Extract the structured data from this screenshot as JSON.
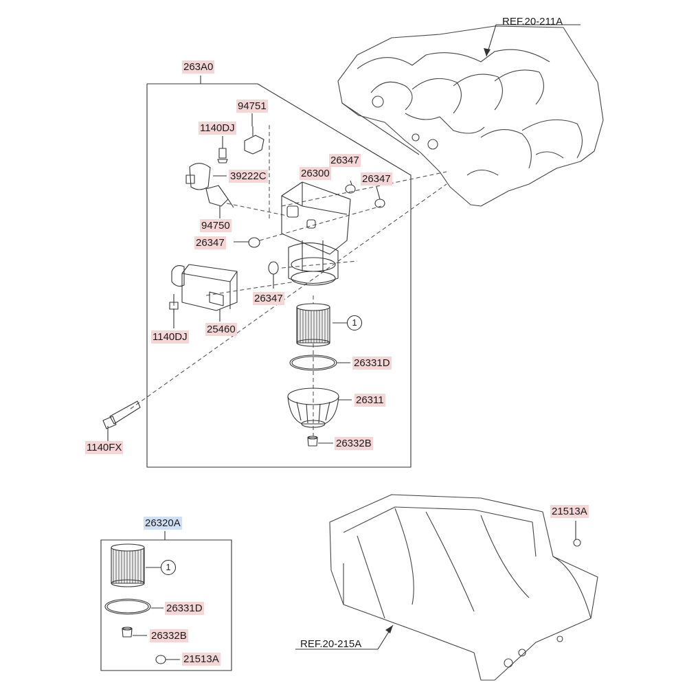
{
  "group_main": {
    "label": "263A0"
  },
  "group_kit": {
    "label": "26320A"
  },
  "references": {
    "block": "REF.20-211A",
    "oil_pan": "REF.20-215A"
  },
  "parts": {
    "p94751": "94751",
    "p1140dj_top": "1140DJ",
    "p39222c": "39222C",
    "p94750": "94750",
    "p26300": "26300",
    "p26347_a": "26347",
    "p26347_b": "26347",
    "p26347_c": "26347",
    "p26347_d": "26347",
    "p25460": "25460",
    "p1140dj_bottom": "1140DJ",
    "p26331d": "26331D",
    "p26311": "26311",
    "p26332b": "26332B",
    "p1140fx": "1140FX",
    "p21513a_pan": "21513A",
    "kit_26331d": "26331D",
    "kit_26332b": "26332B",
    "kit_21513a": "21513A"
  },
  "callouts": {
    "main_filter": "1",
    "kit_filter": "1"
  }
}
